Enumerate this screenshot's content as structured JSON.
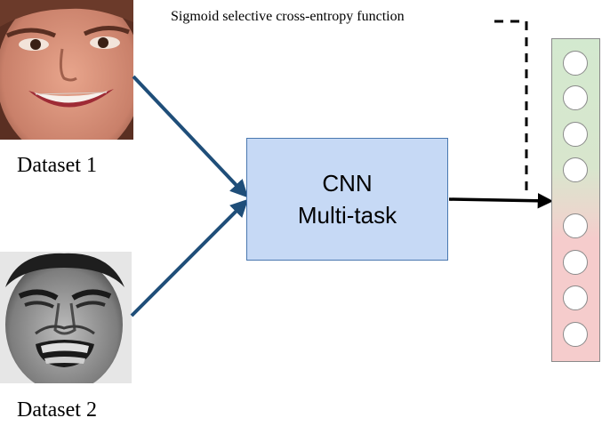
{
  "loss_label": "Sigmoid selective cross-entropy function",
  "inputs": [
    {
      "caption": "Dataset 1",
      "image": "smiling-face-photo"
    },
    {
      "caption": "Dataset 2",
      "image": "disgusted-face-photo-grayscale"
    }
  ],
  "model": {
    "line1": "CNN",
    "line2": "Multi-task"
  },
  "output": {
    "node_groups": [
      {
        "count": 4,
        "color": "#d3e9cf"
      },
      {
        "count": 4,
        "color": "#f5cccc"
      }
    ]
  },
  "colors": {
    "arrow": "#1f4e79",
    "model_fill": "#c6d9f5",
    "model_border": "#4a78b0"
  }
}
